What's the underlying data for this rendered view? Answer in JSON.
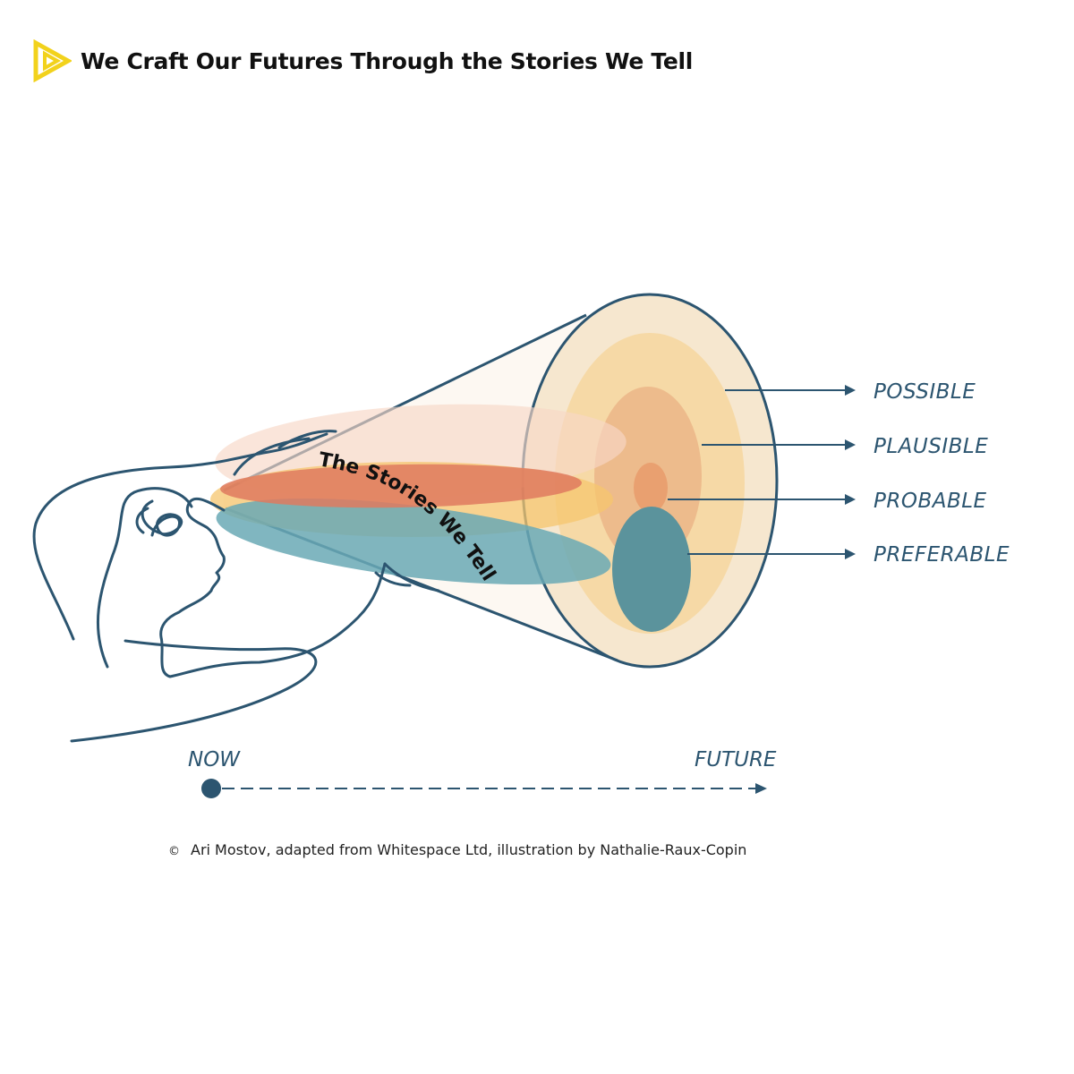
{
  "header": {
    "title": "We Craft Our Futures Through the Stories We Tell",
    "logo_icon": "play-triangle-icon"
  },
  "diagram": {
    "stories_label": "The Stories We Tell",
    "outcomes": [
      {
        "label": "POSSIBLE"
      },
      {
        "label": "PLAUSIBLE"
      },
      {
        "label": "PROBABLE"
      },
      {
        "label": "PREFERABLE"
      }
    ],
    "timeline": {
      "start_label": "NOW",
      "end_label": "FUTURE"
    },
    "colors": {
      "line": "#2c5570",
      "possible": "#f6e7cf",
      "plausible": "#f6d9a6",
      "probable": "#edbb8c",
      "probable_core": "#e9a070",
      "preferable": "#5b939c",
      "beam_red": "#df7a5f",
      "beam_yellow": "#f5c56e",
      "beam_blue": "#6aa9b5",
      "accent_logo": "#f2d21c"
    }
  },
  "footer": {
    "copyright_symbol": "©",
    "credit": "Ari Mostov, adapted from Whitespace Ltd, illustration by Nathalie-Raux-Copin"
  }
}
